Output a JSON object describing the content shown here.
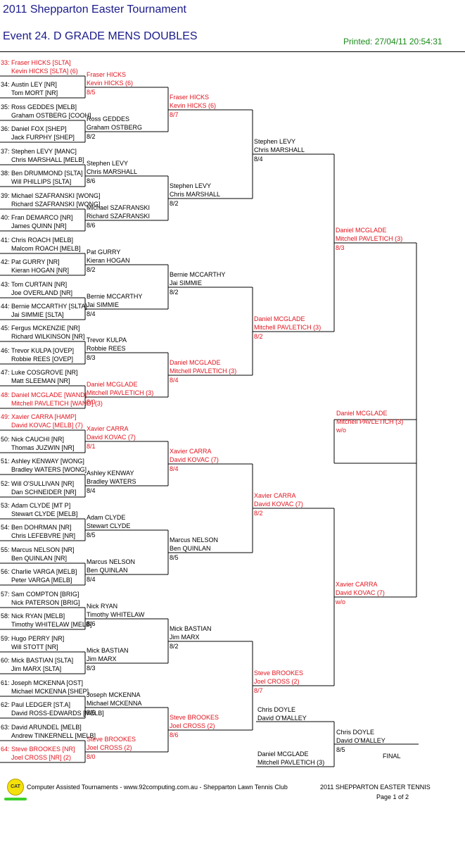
{
  "header": {
    "tournament": "2011 Shepparton Easter Tournament",
    "event": "Event 24. D GRADE MENS DOUBLES",
    "printed": "Printed: 27/04/11 20:54:31"
  },
  "round1": [
    {
      "seed": "33:",
      "p1": "Fraser HICKS [SLTA]",
      "p2": "Kevin HICKS [SLTA] (6)",
      "red": true
    },
    {
      "seed": "34:",
      "p1": "Austin LEY [NR]",
      "p2": "Tom MORT [NR]",
      "red": false
    },
    {
      "seed": "35:",
      "p1": "Ross GEDDES [MELB]",
      "p2": "Graham OSTBERG [COOH]",
      "red": false
    },
    {
      "seed": "36:",
      "p1": "Daniel FOX [SHEP]",
      "p2": "Jack FURPHY [SHEP]",
      "red": false
    },
    {
      "seed": "37:",
      "p1": "Stephen LEVY [MANC]",
      "p2": "Chris MARSHALL [MELB]",
      "red": false
    },
    {
      "seed": "38:",
      "p1": "Ben DRUMMOND [SLTA]",
      "p2": "Will PHILLIPS [SLTA]",
      "red": false
    },
    {
      "seed": "39:",
      "p1": "Michael SZAFRANSKI [WONG]",
      "p2": "Richard SZAFRANSKI [WONG]",
      "red": false
    },
    {
      "seed": "40:",
      "p1": "Fran DEMARCO [NR]",
      "p2": "James QUINN [NR]",
      "red": false
    },
    {
      "seed": "41:",
      "p1": "Chris ROACH [MELB]",
      "p2": "Malcom ROACH [MELB]",
      "red": false
    },
    {
      "seed": "42:",
      "p1": "Pat GURRY [NR]",
      "p2": "Kieran HOGAN [NR]",
      "red": false
    },
    {
      "seed": "43:",
      "p1": "Tom CURTAIN [NR]",
      "p2": "Joe OVERLAND [NR]",
      "red": false
    },
    {
      "seed": "44:",
      "p1": "Bernie MCCARTHY [SLTA]",
      "p2": "Jai SIMMIE [SLTA]",
      "red": false
    },
    {
      "seed": "45:",
      "p1": "Fergus MCKENZIE [NR]",
      "p2": "Richard WILKINSON [NR]",
      "red": false
    },
    {
      "seed": "46:",
      "p1": "Trevor KULPA [OVEP]",
      "p2": "Robbie REES [OVEP]",
      "red": false
    },
    {
      "seed": "47:",
      "p1": "Luke COSGROVE [NR]",
      "p2": "Matt SLEEMAN [NR]",
      "red": false
    },
    {
      "seed": "48:",
      "p1": "Daniel MCGLADE [WAND]",
      "p2": "Mitchell PAVLETICH [WAND] (3)",
      "red": true
    },
    {
      "seed": "49:",
      "p1": "Xavier CARRA [HAMP]",
      "p2": "David KOVAC [MELB] (7)",
      "red": true
    },
    {
      "seed": "50:",
      "p1": "Nick CAUCHI [NR]",
      "p2": "Thomas JUZWIN [NR]",
      "red": false
    },
    {
      "seed": "51:",
      "p1": "Ashley KENWAY [WONG]",
      "p2": "Bradley WATERS [WONG]",
      "red": false
    },
    {
      "seed": "52:",
      "p1": "Will O'SULLIVAN [NR]",
      "p2": "Dan SCHNEIDER [NR]",
      "red": false
    },
    {
      "seed": "53:",
      "p1": "Adam CLYDE [MT P]",
      "p2": "Stewart CLYDE [MELB]",
      "red": false
    },
    {
      "seed": "54:",
      "p1": "Ben DOHRMAN [NR]",
      "p2": "Chris LEFEBVRE [NR]",
      "red": false
    },
    {
      "seed": "55:",
      "p1": "Marcus NELSON [NR]",
      "p2": "Ben QUINLAN [NR]",
      "red": false
    },
    {
      "seed": "56:",
      "p1": "Charlie VARGA [MELB]",
      "p2": "Peter VARGA [MELB]",
      "red": false
    },
    {
      "seed": "57:",
      "p1": "Sam COMPTON [BRIG]",
      "p2": "Nick PATERSON [BRIG]",
      "red": false
    },
    {
      "seed": "58:",
      "p1": "Nick RYAN [MELB]",
      "p2": "Timothy WHITELAW [MELB]",
      "red": false
    },
    {
      "seed": "59:",
      "p1": "Hugo PERRY [NR]",
      "p2": "Will STOTT [NR]",
      "red": false
    },
    {
      "seed": "60:",
      "p1": "Mick BASTIAN [SLTA]",
      "p2": "Jim MARX [SLTA]",
      "red": false
    },
    {
      "seed": "61:",
      "p1": "Joseph MCKENNA [OST]",
      "p2": "Michael MCKENNA [SHEP]",
      "red": false
    },
    {
      "seed": "62:",
      "p1": "Paul LEDGER [ST.A]",
      "p2": "David ROSS-EDWARDS [MELB]",
      "red": false
    },
    {
      "seed": "63:",
      "p1": "David ARUNDEL [MELB]",
      "p2": "Andrew TINKERNELL [MELB]",
      "red": false
    },
    {
      "seed": "64:",
      "p1": "Steve BROOKES [NR]",
      "p2": "Joel CROSS [NR] (2)",
      "red": true
    }
  ],
  "round2": [
    {
      "p1": "Fraser HICKS",
      "p2": "Kevin HICKS (6)",
      "score": "8/5",
      "red": true
    },
    {
      "p1": "Ross GEDDES",
      "p2": "Graham OSTBERG",
      "score": "8/2",
      "red": false
    },
    {
      "p1": "Stephen LEVY",
      "p2": "Chris MARSHALL",
      "score": "8/6",
      "red": false
    },
    {
      "p1": "Michael SZAFRANSKI",
      "p2": "Richard SZAFRANSKI",
      "score": "8/6",
      "red": false
    },
    {
      "p1": "Pat GURRY",
      "p2": "Kieran HOGAN",
      "score": "8/2",
      "red": false
    },
    {
      "p1": "Bernie MCCARTHY",
      "p2": "Jai SIMMIE",
      "score": "8/4",
      "red": false
    },
    {
      "p1": "Trevor KULPA",
      "p2": "Robbie REES",
      "score": "8/3",
      "red": false
    },
    {
      "p1": "Daniel MCGLADE",
      "p2": "Mitchell PAVLETICH (3)",
      "score": "8/0",
      "red": true
    },
    {
      "p1": "Xavier CARRA",
      "p2": "David KOVAC (7)",
      "score": "8/1",
      "red": true
    },
    {
      "p1": "Ashley KENWAY",
      "p2": "Bradley WATERS",
      "score": "8/4",
      "red": false
    },
    {
      "p1": "Adam CLYDE",
      "p2": "Stewart CLYDE",
      "score": "8/5",
      "red": false
    },
    {
      "p1": "Marcus NELSON",
      "p2": "Ben QUINLAN",
      "score": "8/4",
      "red": false
    },
    {
      "p1": "Nick RYAN",
      "p2": "Timothy WHITELAW",
      "score": "8/6",
      "red": false
    },
    {
      "p1": "Mick BASTIAN",
      "p2": "Jim MARX",
      "score": "8/3",
      "red": false
    },
    {
      "p1": "Joseph MCKENNA",
      "p2": "Michael MCKENNA",
      "score": "8/6",
      "red": false
    },
    {
      "p1": "Steve BROOKES",
      "p2": "Joel CROSS (2)",
      "score": "8/0",
      "red": true
    }
  ],
  "round3": [
    {
      "p1": "Fraser HICKS",
      "p2": "Kevin HICKS (6)",
      "score": "8/7",
      "red": true
    },
    {
      "p1": "Stephen LEVY",
      "p2": "Chris MARSHALL",
      "score": "8/2",
      "red": false
    },
    {
      "p1": "Bernie MCCARTHY",
      "p2": "Jai SIMMIE",
      "score": "8/2",
      "red": false
    },
    {
      "p1": "Daniel MCGLADE",
      "p2": "Mitchell PAVLETICH (3)",
      "score": "8/4",
      "red": true
    },
    {
      "p1": "Xavier CARRA",
      "p2": "David KOVAC (7)",
      "score": "8/4",
      "red": true
    },
    {
      "p1": "Marcus NELSON",
      "p2": "Ben QUINLAN",
      "score": "8/5",
      "red": false
    },
    {
      "p1": "Mick BASTIAN",
      "p2": "Jim MARX",
      "score": "8/2",
      "red": false
    },
    {
      "p1": "Steve BROOKES",
      "p2": "Joel CROSS (2)",
      "score": "8/6",
      "red": true
    }
  ],
  "round4": [
    {
      "p1": "Stephen LEVY",
      "p2": "Chris MARSHALL",
      "score": "8/4",
      "red": false
    },
    {
      "p1": "Daniel MCGLADE",
      "p2": "Mitchell PAVLETICH (3)",
      "score": "8/2",
      "red": true
    },
    {
      "p1": "Xavier CARRA",
      "p2": "David KOVAC (7)",
      "score": "8/2",
      "red": true
    },
    {
      "p1": "Steve BROOKES",
      "p2": "Joel CROSS (2)",
      "score": "8/7",
      "red": true
    }
  ],
  "round5": [
    {
      "p1": "Daniel MCGLADE",
      "p2": "Mitchell PAVLETICH (3)",
      "score": "8/3",
      "red": true
    },
    {
      "p1": "Xavier CARRA",
      "p2": "David KOVAC (7)",
      "score": "w/o",
      "red": true
    }
  ],
  "round6": [
    {
      "p1": "Daniel MCGLADE",
      "p2": "Mitchell PAVLETICH (3)",
      "score": "w/o",
      "red": true
    }
  ],
  "final": {
    "top": {
      "p1": "Chris DOYLE",
      "p2": "David O'MALLEY"
    },
    "bottom": {
      "p1": "Daniel MCGLADE",
      "p2": "Mitchell PAVLETICH (3)"
    },
    "winner": {
      "p1": "Chris DOYLE",
      "p2": "David O'MALLEY",
      "score": "8/5"
    },
    "label": "FINAL"
  },
  "footer": {
    "logo_text": "CAT",
    "credit": "Computer Assisted Tournaments - www.92computing.com.au -  Shepparton Lawn Tennis Club",
    "event_name": "2011 SHEPPARTON EASTER TENNIS",
    "page": "Page 1 of 2"
  }
}
